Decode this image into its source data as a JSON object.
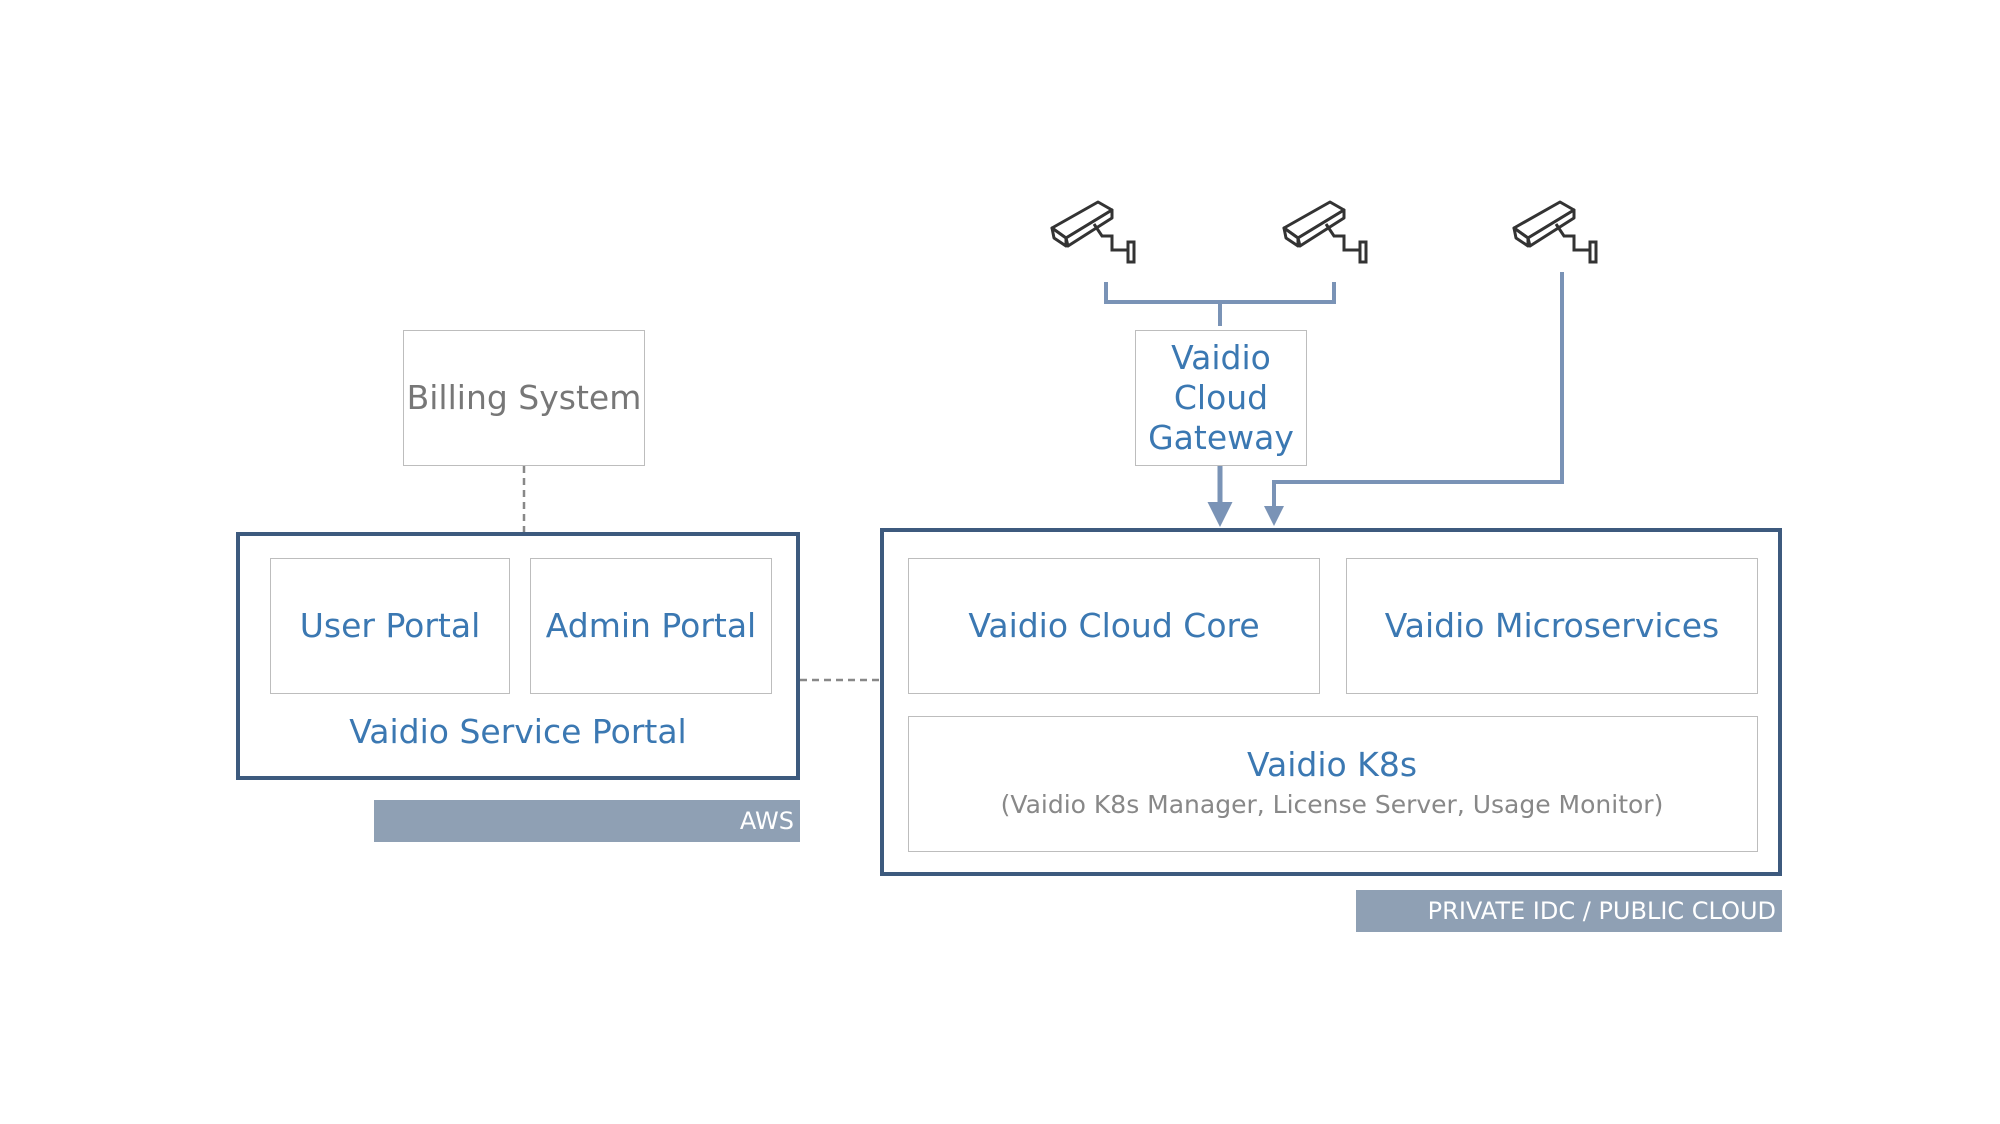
{
  "billing": {
    "label": "Billing System"
  },
  "gateway": {
    "label": "Vaidio Cloud Gateway"
  },
  "service_portal": {
    "title": "Vaidio Service Portal",
    "user_portal": "User Portal",
    "admin_portal": "Admin Portal",
    "env_label": "AWS"
  },
  "cloud": {
    "core": "Vaidio Cloud Core",
    "microservices": "Vaidio Microservices",
    "k8s_title": "Vaidio K8s",
    "k8s_sub": "(Vaidio K8s Manager, License Server, Usage Monitor)",
    "env_label": "PRIVATE IDC / PUBLIC CLOUD"
  },
  "cameras": [
    "camera",
    "camera",
    "camera"
  ],
  "colors": {
    "accent_text": "#3b78b2",
    "container_border": "#3d5a7e",
    "connector": "#7a93b6",
    "env_bar": "#8fa0b4",
    "muted_text": "#777777"
  }
}
